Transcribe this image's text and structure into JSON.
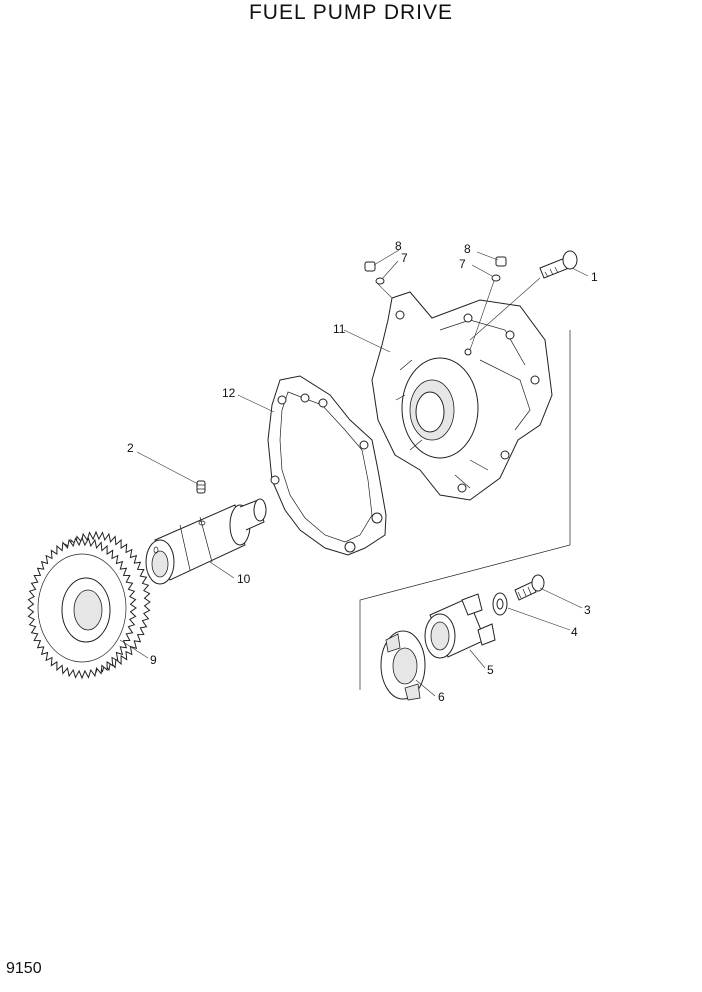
{
  "title": "FUEL PUMP DRIVE",
  "page_number": "9150",
  "callouts": [
    "1",
    "2",
    "3",
    "4",
    "5",
    "6",
    "7",
    "7",
    "8",
    "8",
    "9",
    "10",
    "11",
    "12"
  ],
  "parts": {
    "p1": "hex-flange-bolt",
    "p2": "set-screw",
    "p3": "hex-flange-bolt",
    "p4": "washer",
    "p5": "coupling",
    "p6": "coupling-disc",
    "p7": "o-ring",
    "p8": "plug",
    "p9": "gear",
    "p10": "drive-shaft",
    "p11": "housing",
    "p12": "gasket"
  }
}
